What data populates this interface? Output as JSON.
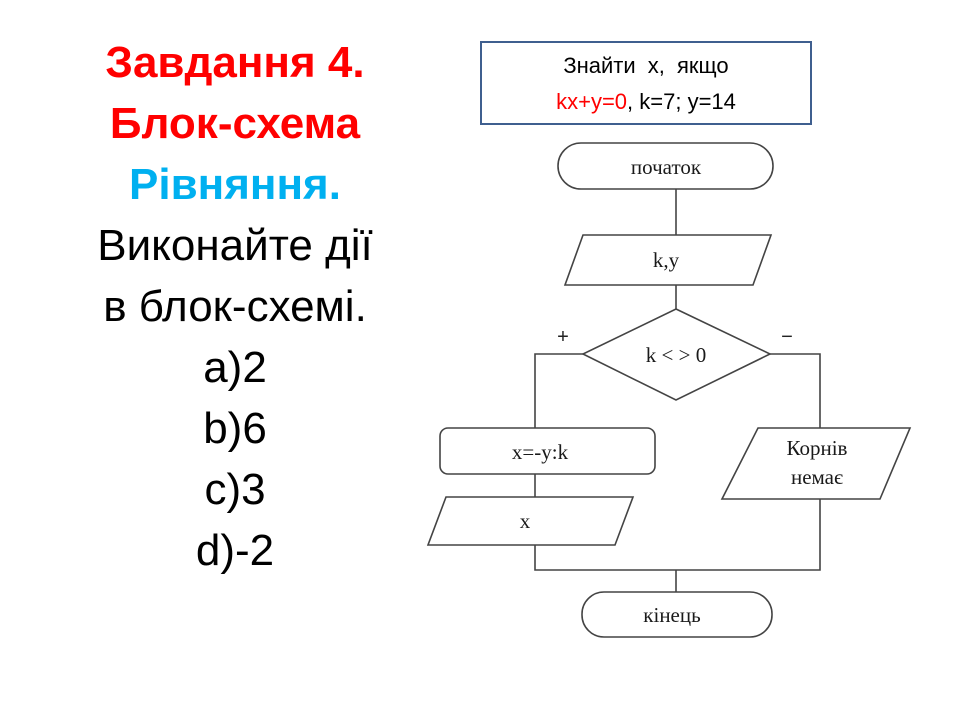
{
  "task": {
    "title": "Завдання 4.",
    "subtitle": "Блок-схема",
    "topic": "Рівняння.",
    "instruction_line1": "Виконайте дії",
    "instruction_line2": "в блок-схемі.",
    "options": [
      "a)2",
      "b)6",
      "c)3",
      "d)-2"
    ]
  },
  "problem": {
    "line1": "Знайти  х,  якщо",
    "equation": "kx+y=0",
    "separator": ",  ",
    "given": "k=7; y=14"
  },
  "flowchart": {
    "start": "початок",
    "input": "k,y",
    "condition": "k < > 0",
    "branch_yes": "+",
    "branch_no": "−",
    "compute": "x=-y:k",
    "output": "x",
    "no_roots_line1": "Корнів",
    "no_roots_line2": "немає",
    "end": "кінець"
  },
  "colors": {
    "title": "#ff0000",
    "topic": "#00b0f0",
    "box_border": "#3f5f8f",
    "equation": "#ff0000",
    "flow_stroke": "#444444"
  }
}
